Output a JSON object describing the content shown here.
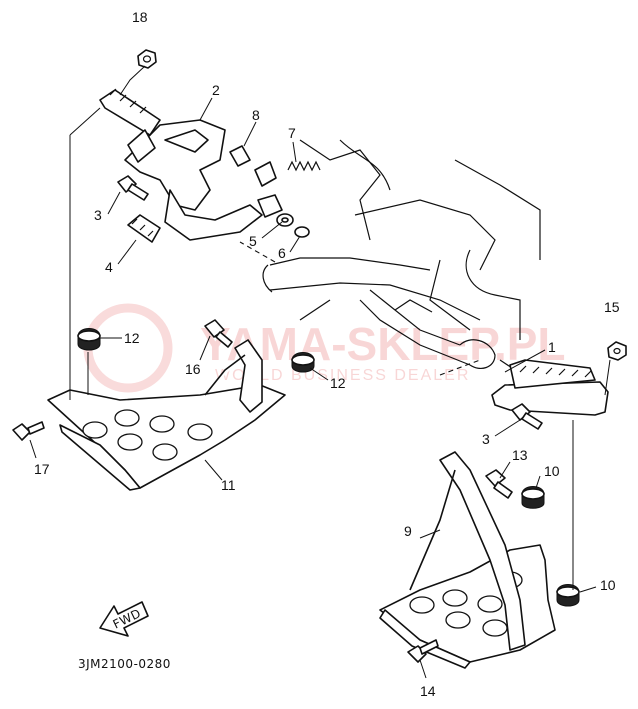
{
  "diagram": {
    "callouts": [
      {
        "id": "c18",
        "label": "18"
      },
      {
        "id": "c2",
        "label": "2"
      },
      {
        "id": "c8",
        "label": "8"
      },
      {
        "id": "c7",
        "label": "7"
      },
      {
        "id": "c3a",
        "label": "3"
      },
      {
        "id": "c5",
        "label": "5"
      },
      {
        "id": "c6",
        "label": "6"
      },
      {
        "id": "c4",
        "label": "4"
      },
      {
        "id": "c12a",
        "label": "12"
      },
      {
        "id": "c16",
        "label": "16"
      },
      {
        "id": "c12b",
        "label": "12"
      },
      {
        "id": "c15",
        "label": "15"
      },
      {
        "id": "c1",
        "label": "1"
      },
      {
        "id": "c3b",
        "label": "3"
      },
      {
        "id": "c17",
        "label": "17"
      },
      {
        "id": "c11",
        "label": "11"
      },
      {
        "id": "c13",
        "label": "13"
      },
      {
        "id": "c10a",
        "label": "10"
      },
      {
        "id": "c9",
        "label": "9"
      },
      {
        "id": "c10b",
        "label": "10"
      },
      {
        "id": "c14",
        "label": "14"
      }
    ],
    "fwd_label": "FWD",
    "reference_code": "3JM2100-0280"
  },
  "watermark": {
    "text": "YAMA-SKLEP.PL",
    "subtext": "WORLD BUSINESS DEALER"
  },
  "colors": {
    "line": "#111111",
    "watermark": "#e24b4b",
    "background": "#ffffff"
  }
}
